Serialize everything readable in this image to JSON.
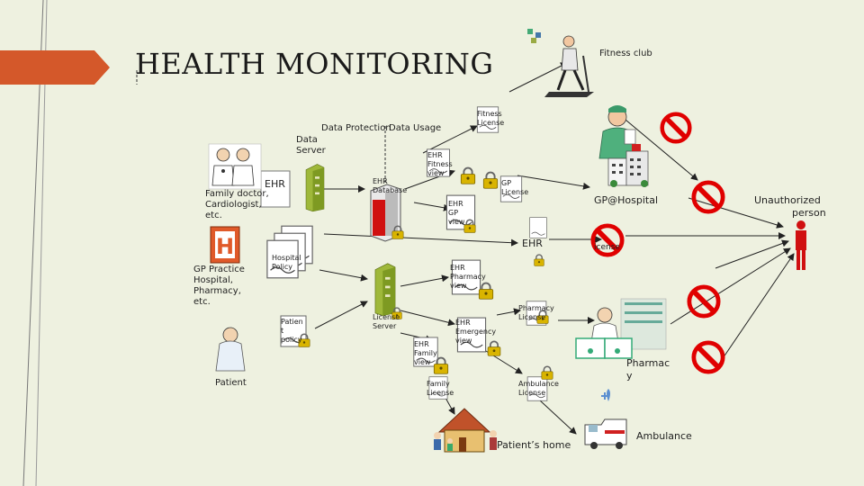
{
  "title": "HEALTH MONITORING",
  "labels": {
    "fitness_club": "Fitness club",
    "data_protection": "Data Protection",
    "data_usage": "Data Usage",
    "data_server_1": "Data",
    "data_server_2": "Server",
    "ehr_left": "EHR",
    "family_doctor_1": "Family doctor,",
    "family_doctor_2": "Cardiologist,",
    "family_doctor_3": "etc.",
    "gp_practice_1": "GP Practice",
    "gp_practice_2": "Hospital,",
    "gp_practice_3": "Pharmacy,",
    "gp_practice_4": "etc.",
    "patient": "Patient",
    "hospital_policy_1": "Hospital",
    "hospital_policy_2": "Policy",
    "patient_policy_1": "Patien",
    "patient_policy_2": "t",
    "patient_policy_3": "policy",
    "ehr_database_1": "EHR",
    "ehr_database_2": "Database",
    "license_server_1": "License",
    "license_server_2": "Server",
    "ehr_fitness_view_1": "EHR",
    "ehr_fitness_view_2": "Fitness",
    "ehr_fitness_view_3": "view",
    "fitness_license_1": "Fitness",
    "fitness_license_2": "License",
    "gp_license_1": "GP",
    "gp_license_2": "License",
    "ehr_gp_view_1": "EHR",
    "ehr_gp_view_2": "GP",
    "ehr_gp_view_3": "view",
    "ehr_pharmacy_view_1": "EHR",
    "ehr_pharmacy_view_2": "Pharmacy",
    "ehr_pharmacy_view_3": "view",
    "ehr_emergency_view_1": "EHR",
    "ehr_emergency_view_2": "Emergency",
    "ehr_emergency_view_3": "view",
    "ehr_family_view_1": "EHR",
    "ehr_family_view_2": "Family",
    "ehr_family_view_3": "view",
    "pharmacy_license_1": "Pharmacy",
    "pharmacy_license_2": "License",
    "ambulance_license_1": "Ambulance",
    "ambulance_license_2": "License",
    "family_license_1": "Family",
    "family_license_2": "License",
    "gp_hospital": "GP@Hospital",
    "ehr_right": "EHR",
    "license_fragment": "icense",
    "unauthorized_1": "Unauthorized",
    "unauthorized_2": "person",
    "pharmacy_1": "Pharmac",
    "pharmacy_2": "y",
    "ambulance": "Ambulance",
    "patients_home": "Patient’s home"
  },
  "icons": [
    "fitness-club-icon",
    "doctors-icon",
    "hospital-sign-icon",
    "patient-icon",
    "nurse-icon",
    "hospital-building-icon",
    "pharmacist-icon",
    "ambulance-icon",
    "house-icon",
    "unauthorized-person-icon",
    "document-icon",
    "padlock-icon",
    "server-tower-icon",
    "no-entry-icon"
  ],
  "colors": {
    "accent": "#d4582a",
    "no_entry": "#e00000",
    "background": "#eef1e0",
    "folder": "#8fa832"
  }
}
